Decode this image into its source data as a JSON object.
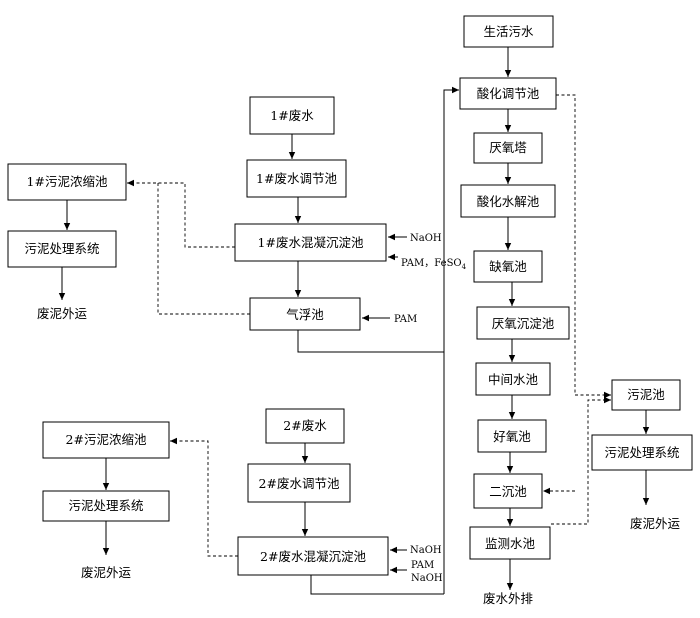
{
  "boxes": {
    "domestic_sewage": "生活污水",
    "acid_adjust_tank": "酸化调节池",
    "anaerobic_tower": "厌氧塔",
    "acid_hydrolysis_tank": "酸化水解池",
    "anoxic_tank": "缺氧池",
    "anaerobic_settling_tank": "厌氧沉淀池",
    "intermediate_tank": "中间水池",
    "aerobic_tank": "好氧池",
    "secondary_clarifier": "二沉池",
    "monitoring_tank": "监测水池",
    "sludge_tank": "污泥池",
    "sludge_system_right": "污泥处理系统",
    "ww1": "1#废水",
    "ww1_adjust_tank": "1#废水调节池",
    "ww1_coag_tank": "1#废水混凝沉淀池",
    "flotation_tank": "气浮池",
    "sludge_thickener_1": "1#污泥浓缩池",
    "sludge_system_1": "污泥处理系统",
    "ww2": "2#废水",
    "ww2_adjust_tank": "2#废水调节池",
    "ww2_coag_tank": "2#废水混凝沉淀池",
    "sludge_thickener_2": "2#污泥浓缩池",
    "sludge_system_2": "污泥处理系统"
  },
  "labels": {
    "sludge_out_1": "废泥外运",
    "sludge_out_2": "废泥外运",
    "sludge_out_right": "废泥外运",
    "effluent": "废水外排"
  },
  "dosing": {
    "coag1_naoh": "NaOH",
    "coag1_pam_fe": "PAM，FeSO",
    "coag1_fe_sub": "4",
    "flotation_pam": "PAM",
    "coag2_naoh": "NaOH",
    "coag2_pam": "PAM",
    "coag2_naoh2": "NaOH"
  }
}
